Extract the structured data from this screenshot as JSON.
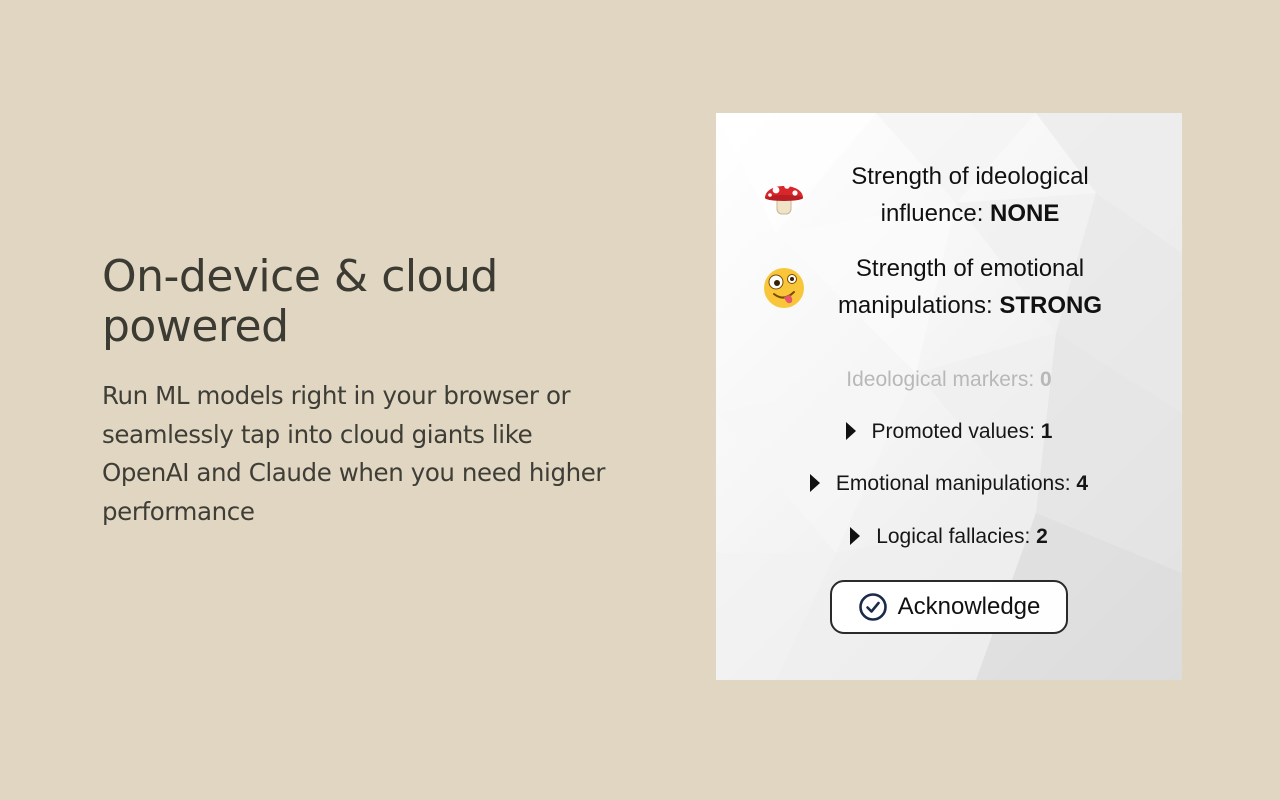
{
  "hero": {
    "title": "On-device & cloud powered",
    "description": "Run ML models right in your browser or seamlessly tap into cloud giants like OpenAI and Claude when you need higher performance"
  },
  "panel": {
    "ideological_strength": {
      "icon": "mushroom-icon",
      "label": "Strength of ideological influence: ",
      "value": "NONE"
    },
    "emotional_strength": {
      "icon": "zany-face-icon",
      "label": "Strength of emotional manipulations: ",
      "value": "STRONG"
    },
    "markers": [
      {
        "label": "Ideological markers: ",
        "count": "0",
        "expandable": false
      },
      {
        "label": "Promoted values: ",
        "count": "1",
        "expandable": true
      },
      {
        "label": "Emotional manipulations: ",
        "count": "4",
        "expandable": true
      },
      {
        "label": "Logical fallacies: ",
        "count": "2",
        "expandable": true
      }
    ],
    "acknowledge_button": {
      "icon": "check-circle-icon",
      "label": "Acknowledge"
    }
  },
  "colors": {
    "page_background": "#e1d6c1",
    "hero_text": "#3b3b33",
    "check_icon": "#1c2a4a"
  }
}
